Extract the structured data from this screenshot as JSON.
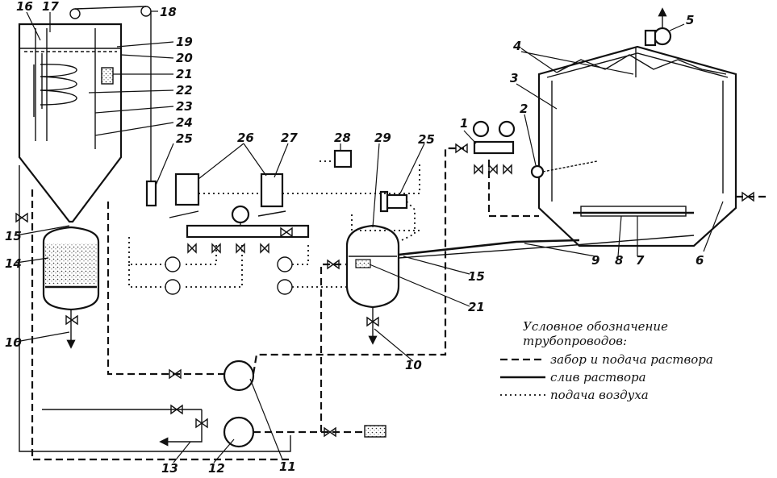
{
  "labels": [
    "1",
    "2",
    "3",
    "4",
    "5",
    "6",
    "7",
    "8",
    "9",
    "10",
    "11",
    "12",
    "13",
    "14",
    "15",
    "16",
    "17",
    "18",
    "19",
    "20",
    "21",
    "22",
    "23",
    "24",
    "25",
    "26",
    "27",
    "28",
    "29"
  ],
  "legend": {
    "title_line1": "Условное обозначение",
    "title_line2": "трубопроводов:",
    "items": [
      {
        "style": "dash-dot",
        "text": "забор и подача раствора"
      },
      {
        "style": "solid",
        "text": "слив раствора"
      },
      {
        "style": "dotted",
        "text": "подача воздуха"
      }
    ]
  }
}
